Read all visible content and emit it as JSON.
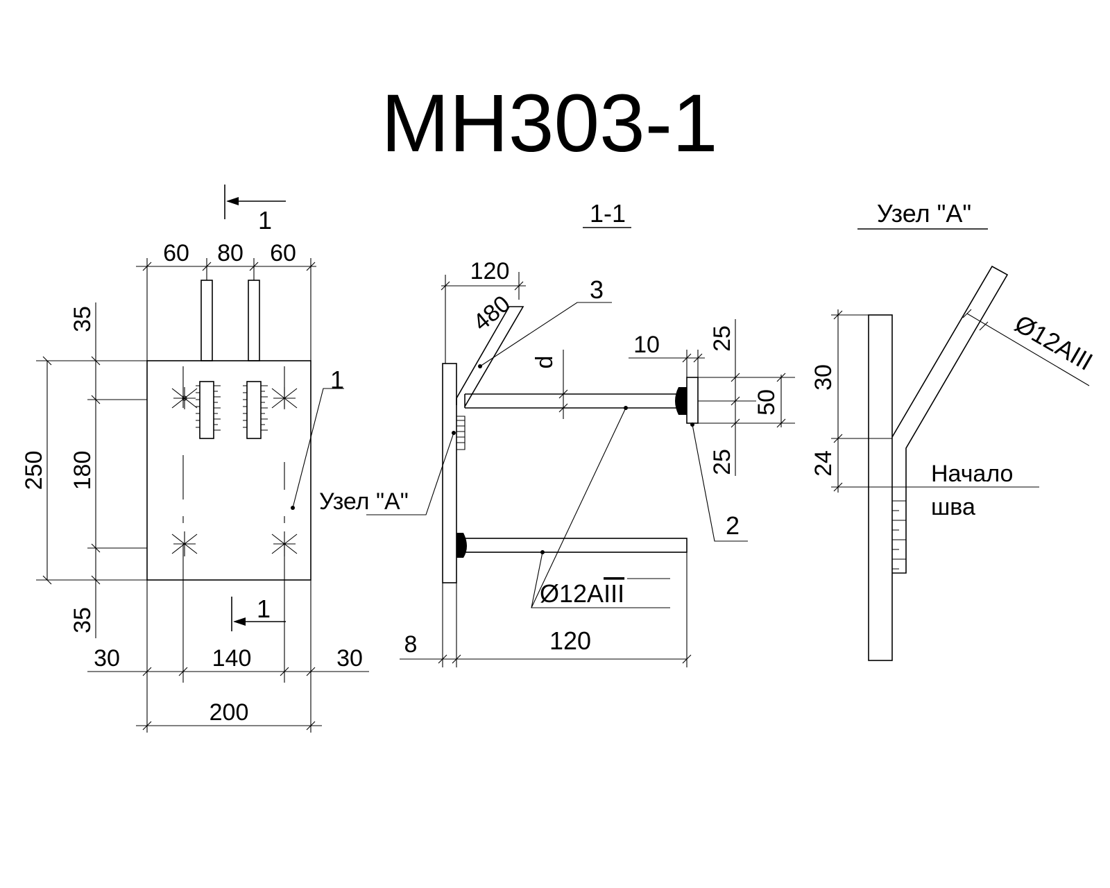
{
  "title": "МН303-1",
  "plan": {
    "section_marker_top": "1",
    "section_marker_bottom": "1",
    "top_dims": [
      "60",
      "80",
      "60"
    ],
    "left_dims": [
      "35",
      "250",
      "180",
      "35"
    ],
    "bottom_dims": [
      "30",
      "140",
      "30"
    ],
    "overall_width": "200",
    "callout": "1"
  },
  "section": {
    "title": "1-1",
    "dim_top": "120",
    "dim_diag": "480",
    "dim_d": "d",
    "dim_10": "10",
    "dim_25a": "25",
    "dim_50": "50",
    "dim_25b": "25",
    "dim_8": "8",
    "dim_120": "120",
    "callout_3": "3",
    "callout_2": "2",
    "node_ref": "Узел \"А\"",
    "bar_label_pre": "Ø12A",
    "bar_label_grade": "III"
  },
  "node": {
    "title": "Узел \"А\"",
    "dim_30": "30",
    "dim_24": "24",
    "bar_label": "Ø12AIII",
    "weld_start_1": "Начало",
    "weld_start_2": "шва"
  }
}
